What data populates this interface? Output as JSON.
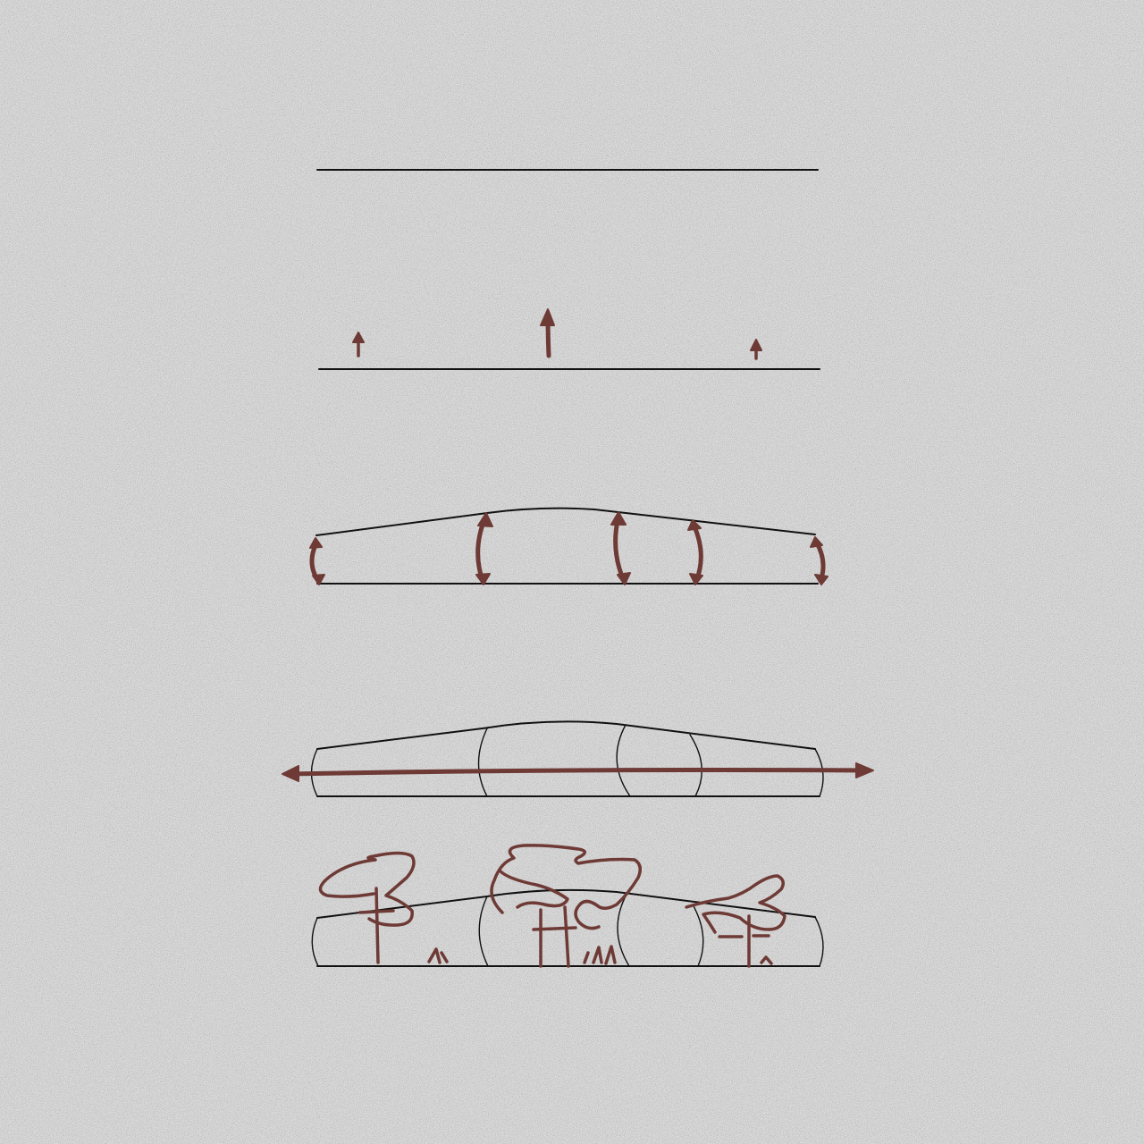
{
  "canvas": {
    "background": "#d9d9d9",
    "noise": "paper-grain"
  },
  "colors": {
    "outline": "#111111",
    "accent": "#6e3a35"
  },
  "diagram": {
    "steps": [
      {
        "name": "flat-plane",
        "icons": []
      },
      {
        "name": "uplift-arrows",
        "icons": [
          "up-arrow-icon",
          "up-arrow-icon",
          "up-arrow-icon"
        ]
      },
      {
        "name": "curved-hill",
        "icons": [
          "double-arrow-icon",
          "double-arrow-icon",
          "double-arrow-icon",
          "double-arrow-icon",
          "double-arrow-icon"
        ]
      },
      {
        "name": "cylindrical-hill-sections",
        "icons": [
          "left-right-arrow-icon"
        ]
      },
      {
        "name": "hill-with-trees",
        "icons": [
          "tree-icon",
          "tree-icon",
          "tree-icon",
          "grass-icon"
        ]
      }
    ]
  }
}
